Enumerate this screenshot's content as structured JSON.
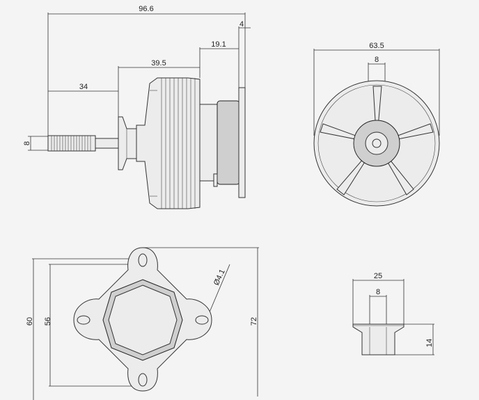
{
  "side_view": {
    "overall_length": "96.6",
    "flange_thickness": "4",
    "rear_length": "19.1",
    "body_length": "39.5",
    "shaft_length": "34",
    "shaft_diameter": "8"
  },
  "front_view": {
    "outer_diameter": "63.5",
    "shaft_diameter": "8"
  },
  "mount_view": {
    "hole_spacing_outer": "60",
    "hole_spacing_inner": "56",
    "mount_height": "72",
    "hole_diameter": "Ø4.1"
  },
  "prop_adapter_view": {
    "flange_diameter": "25",
    "bore_diameter": "8",
    "height": "14"
  }
}
